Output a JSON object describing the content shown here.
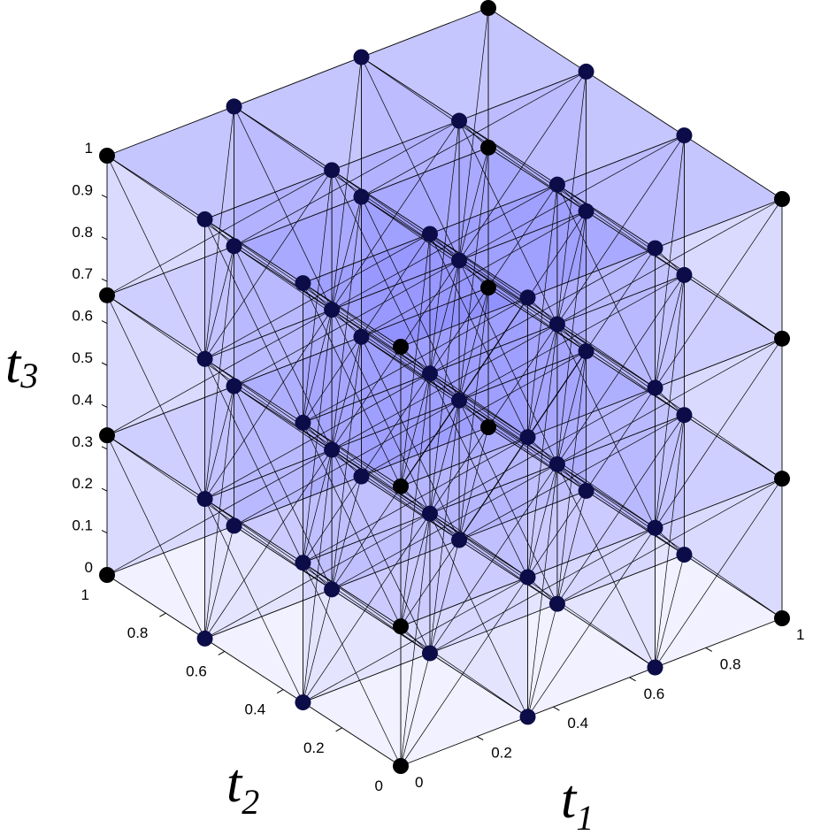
{
  "chart_data": {
    "type": "scatter",
    "title": "",
    "grid_points_per_axis": [
      0,
      0.333,
      0.667,
      1
    ],
    "axes": {
      "t1": {
        "label": "t",
        "subscript": "1",
        "ticks": [
          "0",
          "0.2",
          "0.4",
          "0.6",
          "0.8",
          "1"
        ],
        "range": [
          0,
          1
        ]
      },
      "t2": {
        "label": "t",
        "subscript": "2",
        "ticks": [
          "0",
          "0.2",
          "0.4",
          "0.6",
          "0.8",
          "1"
        ],
        "range": [
          0,
          1
        ]
      },
      "t3": {
        "label": "t",
        "subscript": "3",
        "ticks": [
          "0",
          "0.1",
          "0.2",
          "0.3",
          "0.4",
          "0.5",
          "0.6",
          "0.7",
          "0.8",
          "0.9",
          "1"
        ],
        "range": [
          0,
          1
        ]
      }
    },
    "colors": {
      "face": "#3a3aff",
      "edge": "#000000",
      "marker": "#000000"
    }
  }
}
